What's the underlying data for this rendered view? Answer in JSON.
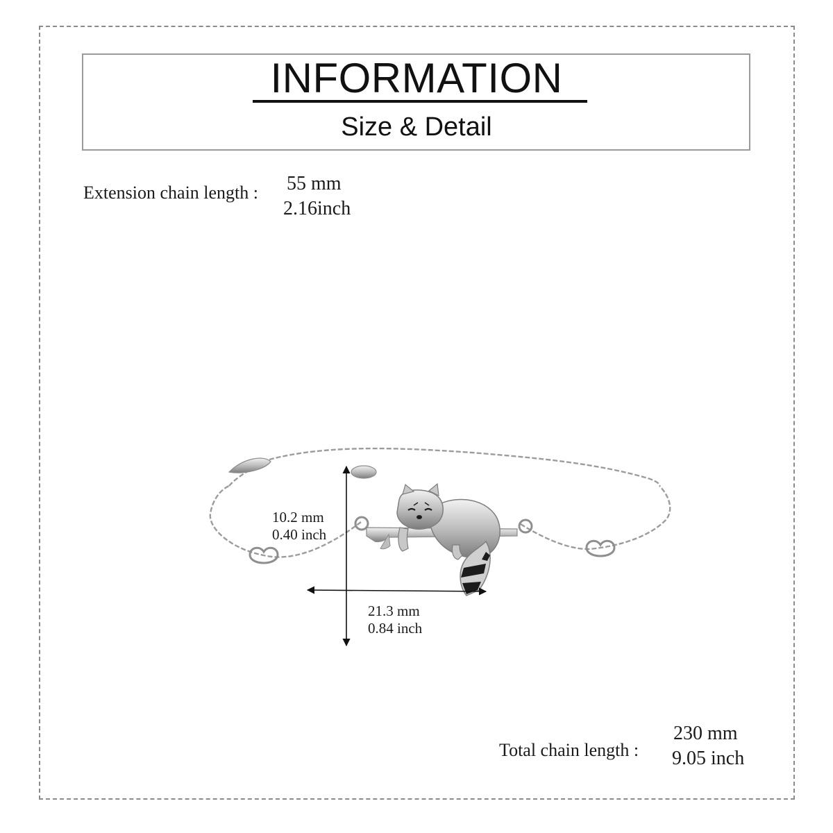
{
  "header": {
    "title": "INFORMATION",
    "subtitle": "Size & Detail"
  },
  "extension": {
    "label": "Extension chain length :",
    "value_mm": "55 mm",
    "value_inch": "2.16inch"
  },
  "pendant_height": {
    "value_mm": "10.2 mm",
    "value_inch": "0.40 inch"
  },
  "pendant_width": {
    "value_mm": "21.3 mm",
    "value_inch": "0.84 inch"
  },
  "total": {
    "label": "Total chain length :",
    "value_mm": "230 mm",
    "value_inch": "9.05 inch"
  },
  "colors": {
    "frame": "#8a8a8a",
    "text": "#1a1a1a",
    "silver": "#b8b8b8",
    "enamel": "#1c1c1c"
  }
}
